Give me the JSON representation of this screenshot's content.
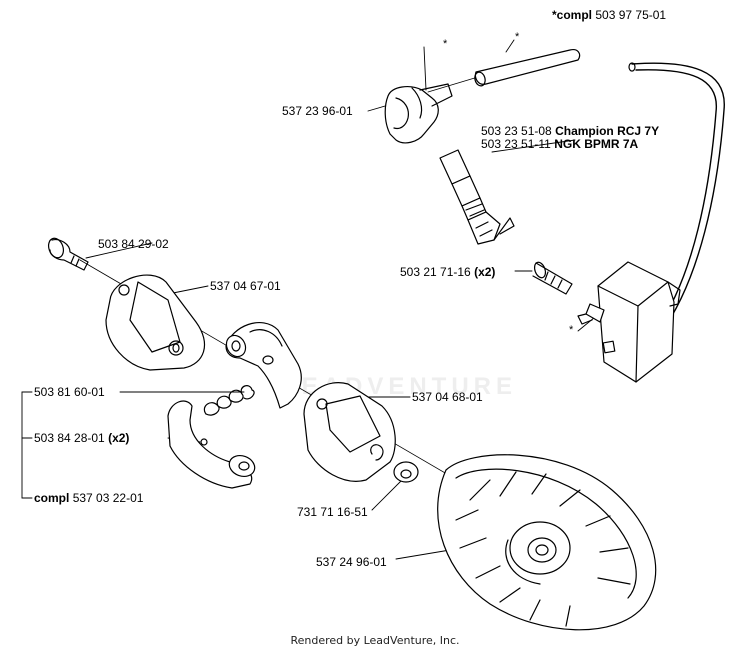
{
  "diagram": {
    "labels": {
      "coil_kit": {
        "prefix": "*compl",
        "part": "503 97 75-01"
      },
      "spark_plug_cap": {
        "part": "537 23 96-01"
      },
      "spark_plug_a": {
        "part": "503 23 51-08",
        "desc": "Champion RCJ 7Y"
      },
      "spark_plug_b": {
        "part": "503 23 51-11",
        "desc": "NGK BPMR 7A"
      },
      "coil_screw": {
        "part": "503 21 71-16",
        "qty": "(x2)"
      },
      "screw_top": {
        "part": "503 84 29-02"
      },
      "clutch_plate_rear": {
        "part": "537 04 67-01"
      },
      "clutch_spring": {
        "part": "503 81 60-01"
      },
      "clutch_shoe": {
        "part": "503 84 28-01",
        "qty": "(x2)"
      },
      "clutch_plate_front": {
        "part": "537 04 68-01"
      },
      "clutch_assembly": {
        "prefix": "compl",
        "part": "537 03 22-01"
      },
      "washer": {
        "part": "731 71 16-51"
      },
      "flywheel": {
        "part": "537 24 96-01"
      }
    },
    "asterisk": "*",
    "watermark": "LEADVENTURE",
    "footer": "Rendered by LeadVenture, Inc."
  }
}
